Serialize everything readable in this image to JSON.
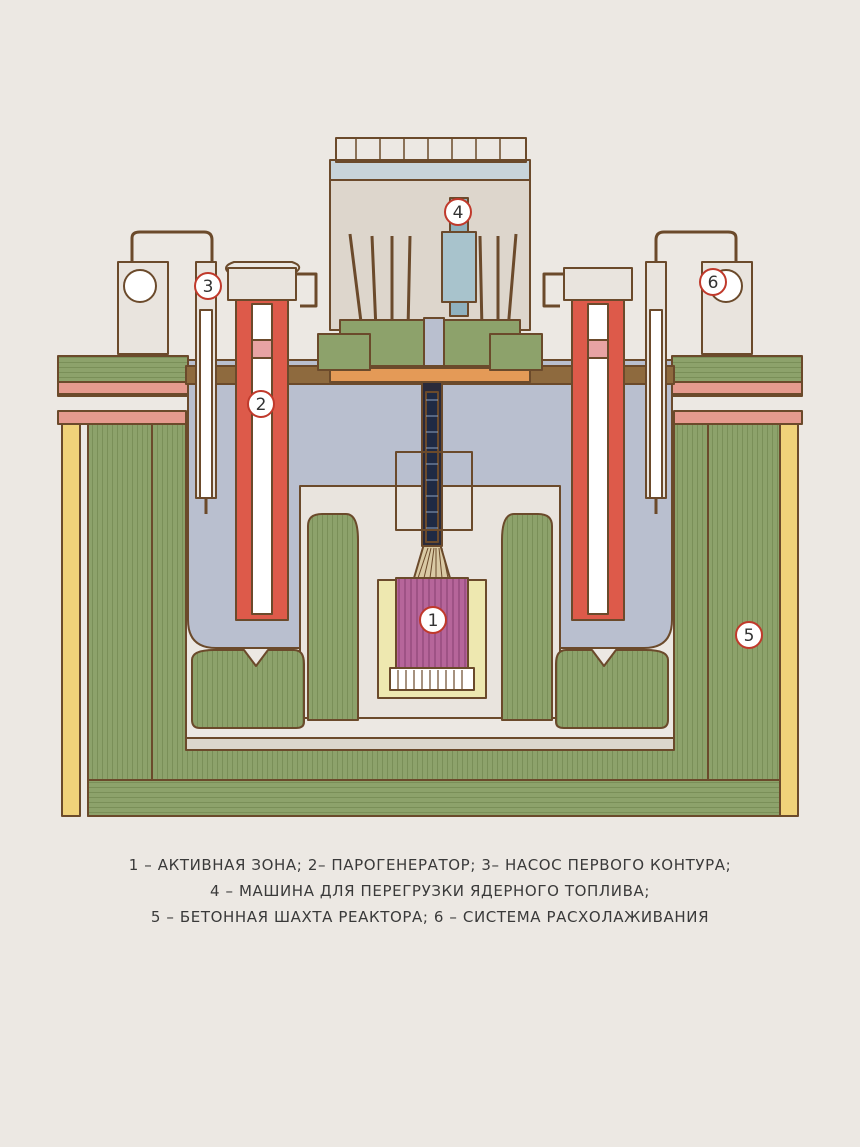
{
  "markers": [
    "1",
    "2",
    "3",
    "4",
    "5",
    "6"
  ],
  "caption": {
    "line1": "1 – АКТИВНАЯ ЗОНА; 2– ПАРОГЕНЕРАТОР; 3– НАСОС  ПЕРВОГО КОНТУРА;",
    "line2": "4 – МАШИНА ДЛЯ ПЕРЕГРУЗКИ ЯДЕРНОГО ТОПЛИВА;",
    "line3": "5 – БЕТОННАЯ ШАХТА РЕАКТОРА; 6 – СИСТЕМА РАСХОЛАЖИВАНИЯ"
  },
  "colors": {
    "background": "#ece8e3",
    "concrete": "#8da26b",
    "coolant": "#b9bfcf",
    "steam_generator": "#dd5a4a",
    "core": "#b6659a",
    "fuel_machine": "#8fb1be",
    "outline": "#6b4a2b",
    "liner": "#f0d27a",
    "salmon": "#e59a8e"
  }
}
